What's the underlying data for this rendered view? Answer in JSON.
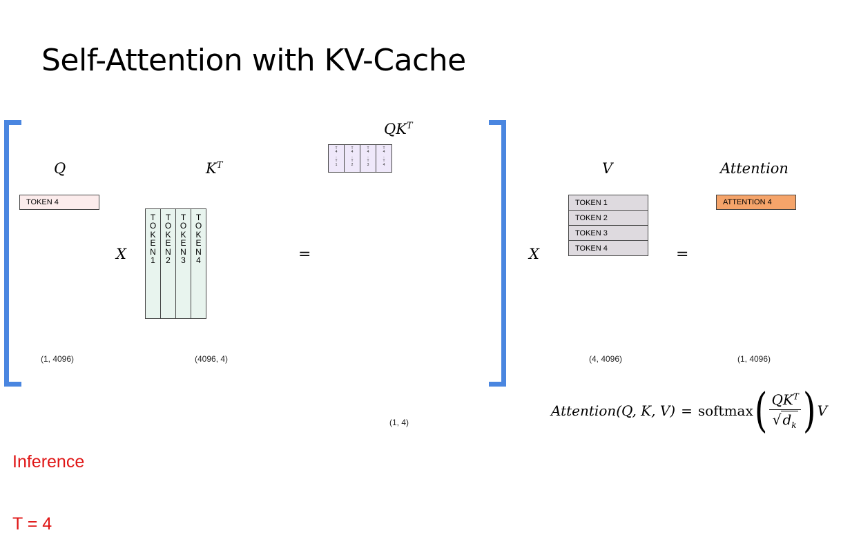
{
  "title": "Self-Attention with KV-Cache",
  "labels": {
    "q": "Q",
    "kt_base": "K",
    "kt_sup": "T",
    "qkt_base": "QK",
    "qkt_sup": "T",
    "v": "V",
    "attention": "Attention"
  },
  "operators": {
    "times_1": "X",
    "equals_1": "=",
    "times_2": "X",
    "equals_2": "="
  },
  "q_matrix": {
    "rows": [
      "TOKEN 4"
    ]
  },
  "kt_matrix": {
    "columns": [
      [
        "T",
        "O",
        "K",
        "E",
        "N",
        "1"
      ],
      [
        "T",
        "O",
        "K",
        "E",
        "N",
        "2"
      ],
      [
        "T",
        "O",
        "K",
        "E",
        "N",
        "3"
      ],
      [
        "T",
        "O",
        "K",
        "E",
        "N",
        "4"
      ]
    ]
  },
  "qkt_matrix": {
    "cells": [
      [
        "T",
        "4",
        "-",
        "T",
        "1"
      ],
      [
        "T",
        "4",
        "-",
        "T",
        "2"
      ],
      [
        "T",
        "4",
        "-",
        "T",
        "3"
      ],
      [
        "T",
        "4",
        "-",
        "T",
        "4"
      ]
    ]
  },
  "v_matrix": {
    "rows": [
      "TOKEN 1",
      "TOKEN 2",
      "TOKEN 3",
      "TOKEN 4"
    ]
  },
  "attention_matrix": {
    "rows": [
      "ATTENTION 4"
    ]
  },
  "shapes": {
    "q": "(1, 4096)",
    "kt": "(4096, 4)",
    "qkt": "(1, 4)",
    "v": "(4, 4096)",
    "attention": "(1, 4096)"
  },
  "inference": {
    "line1": "Inference",
    "line2": "T = 4"
  },
  "formula": {
    "lhs": "Attention(Q, K, V)",
    "eq": "=",
    "fn": "softmax",
    "num_base": "QK",
    "num_sup": "T",
    "den_base": "d",
    "den_sub": "k",
    "rhs": "V"
  },
  "colors": {
    "bracket": "#4a86e0",
    "q_fill": "#fcecec",
    "kt_fill": "#e8f4ee",
    "qkt_fill": "#efe8fa",
    "v_fill": "#dedadf",
    "attention_fill": "#f5a46a",
    "inference_text": "#e01616"
  }
}
